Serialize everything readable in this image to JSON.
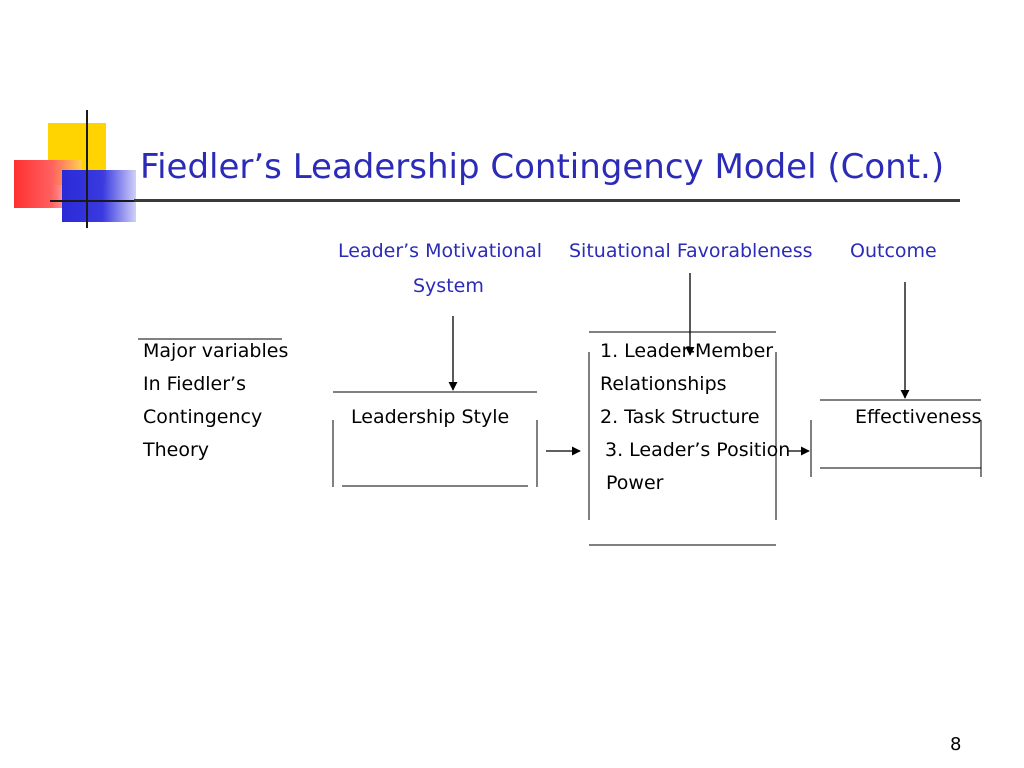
{
  "slide": {
    "title": "Fiedler’s Leadership Contingency Model (Cont.)",
    "page_number": "8"
  },
  "headers": {
    "motivational_line1": "Leader’s Motivational",
    "motivational_line2": "System",
    "situational": "Situational Favorableness",
    "outcome": "Outcome"
  },
  "variables": {
    "line1": "Major variables",
    "line2": "In Fiedler’s",
    "line3": "Contingency",
    "line4": "Theory"
  },
  "style_box": {
    "label": "Leadership Style"
  },
  "situation_box": {
    "item1_line1": "1. Leader-Member",
    "item1_line2": "Relationships",
    "item2": "2. Task Structure",
    "item3_line1": "3. Leader’s Position",
    "item3_line2": "Power"
  },
  "outcome_box": {
    "label": "Effectiveness"
  },
  "colors": {
    "title": "#2b2bb8",
    "headers": "#2b2bb8",
    "logo_yellow": "#ffd400",
    "logo_red": "#ff3030",
    "logo_blue": "#2a2ad8"
  }
}
